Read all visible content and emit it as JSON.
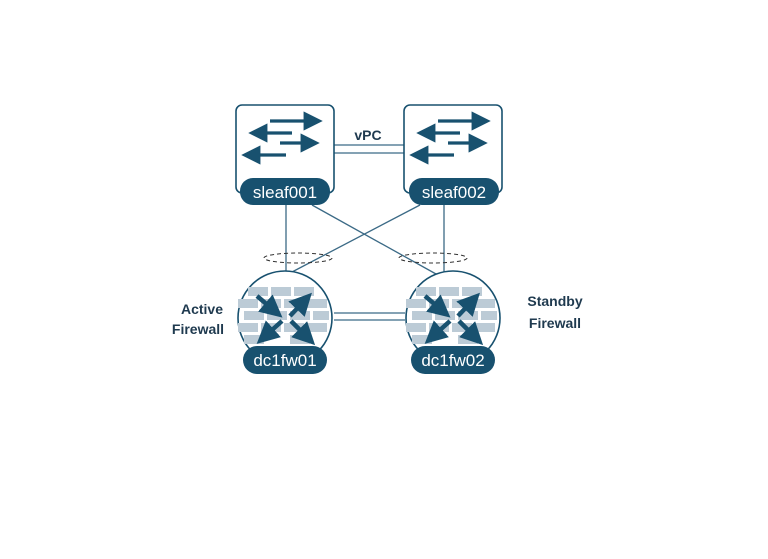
{
  "diagram": {
    "link_label": "vPC",
    "switches": [
      {
        "name": "sleaf001",
        "icon": "switch-icon"
      },
      {
        "name": "sleaf002",
        "icon": "switch-icon"
      }
    ],
    "firewalls": [
      {
        "name": "dc1fw01",
        "role_line1": "Active",
        "role_line2": "Firewall",
        "icon": "firewall-icon"
      },
      {
        "name": "dc1fw02",
        "role_line1": "Standby",
        "role_line2": "Firewall",
        "icon": "firewall-icon"
      }
    ]
  },
  "colors": {
    "primary": "#18516f",
    "link": "#3b6a86",
    "brick": "#bccbd6",
    "label": "#1f3a4f"
  }
}
